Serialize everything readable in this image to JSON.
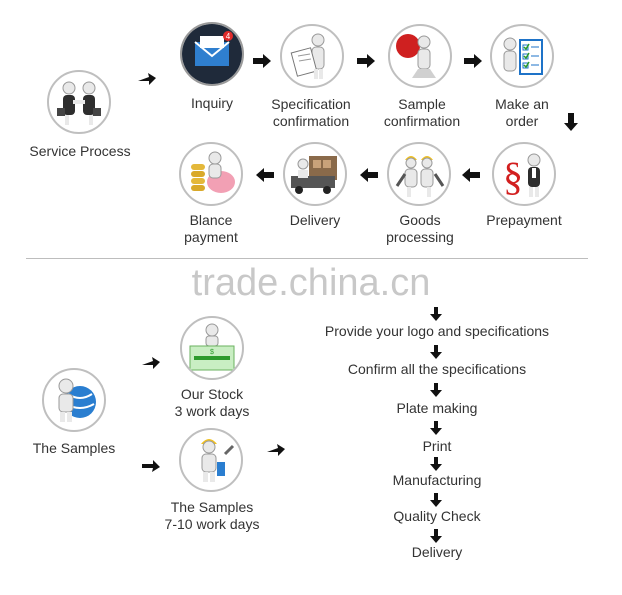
{
  "top": {
    "start_label": "Service Process",
    "steps": [
      {
        "line1": "Inquiry",
        "line2": ""
      },
      {
        "line1": "Specification",
        "line2": "confirmation"
      },
      {
        "line1": "Sample",
        "line2": "confirmation"
      },
      {
        "line1": "Make an",
        "line2": "order"
      },
      {
        "line1": "Prepayment",
        "line2": ""
      },
      {
        "line1": "Goods",
        "line2": "processing"
      },
      {
        "line1": "Delivery",
        "line2": ""
      },
      {
        "line1": "Blance",
        "line2": "payment"
      }
    ],
    "badge": "4"
  },
  "watermark": "trade.china.cn",
  "bottom": {
    "start_label": "The Samples",
    "options": [
      {
        "line1": "Our Stock",
        "line2": "3 work days"
      },
      {
        "line1": "The Samples",
        "line2": "7-10 work days"
      }
    ],
    "flow": [
      "Provide your logo and specifications",
      "Confirm all the specifications",
      "Plate making",
      "Print",
      "Manufacturing",
      "Quality Check",
      "Delivery"
    ]
  },
  "colors": {
    "arrow": "#111111",
    "circle_border": "#bfbfbf",
    "text": "#333333",
    "watermark": "#c8c8c8",
    "accent_blue": "#1e73c8",
    "accent_red": "#d21f1f"
  }
}
